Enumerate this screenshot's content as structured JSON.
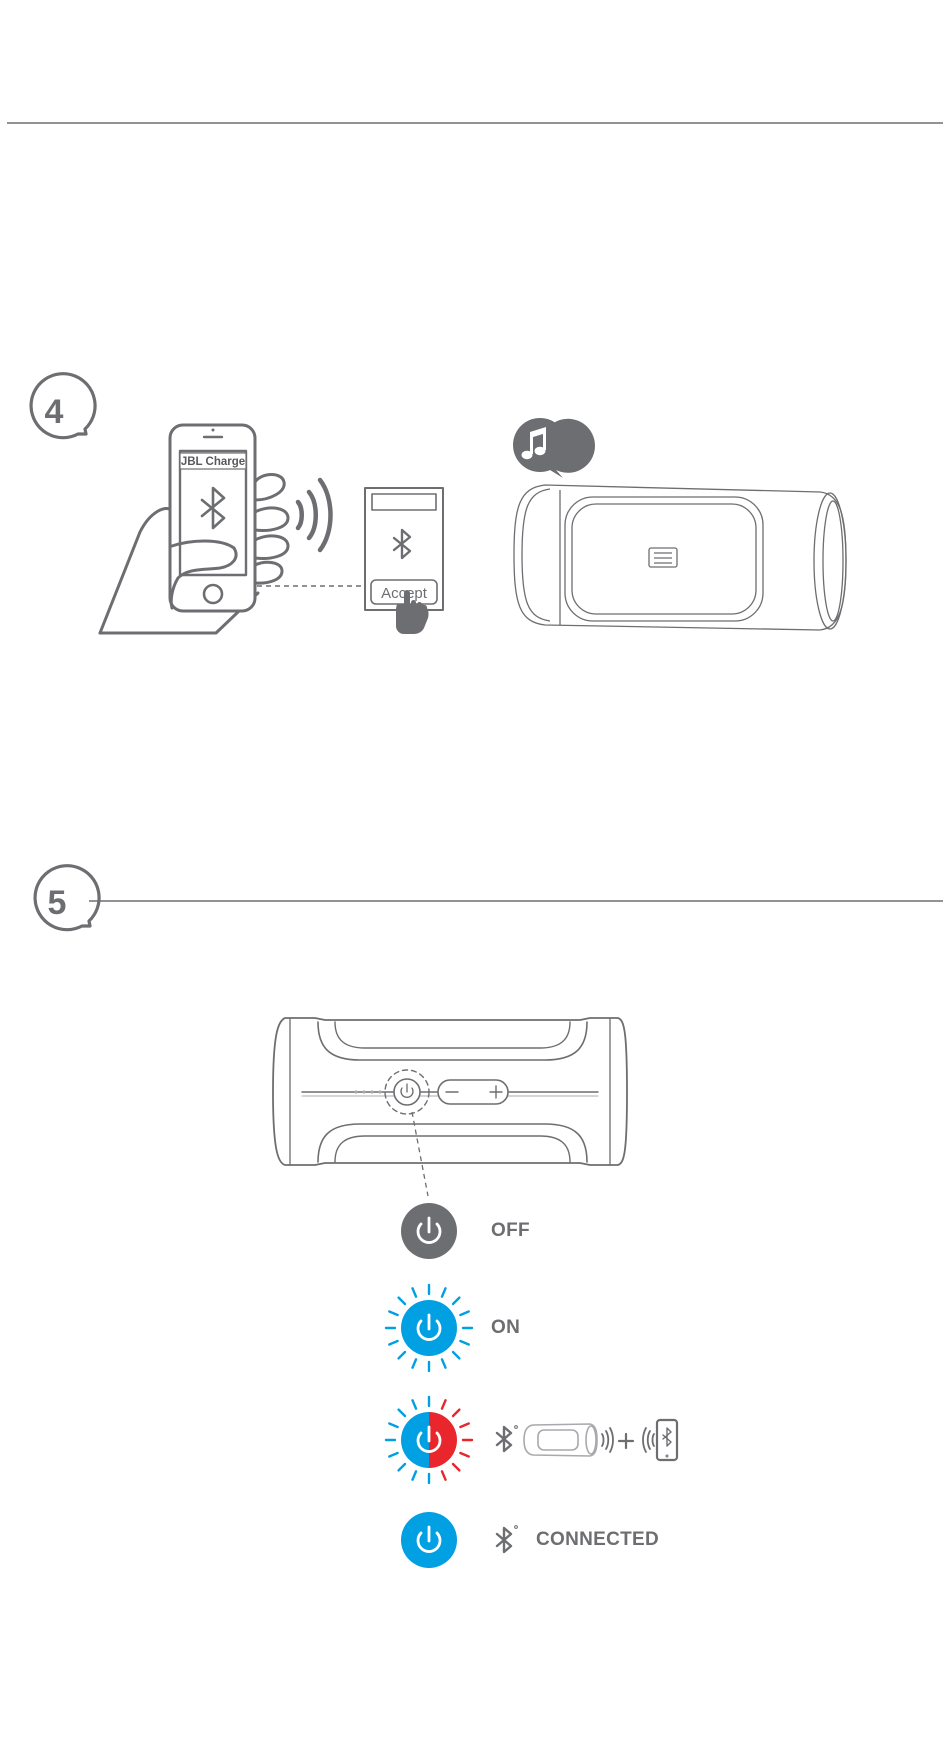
{
  "step4": {
    "number": "4",
    "phone_screen_label": "JBL Charge",
    "dialog_button_label": "Accept"
  },
  "step5": {
    "number": "5",
    "states": [
      {
        "label": "OFF"
      },
      {
        "label": "ON"
      },
      {
        "label": ""
      },
      {
        "label": "CONNECTED"
      }
    ]
  },
  "colors": {
    "line_gray": "#6d6e71",
    "light_gray": "#a7a9ac",
    "blue": "#00a0e3",
    "red": "#e8262b"
  },
  "icons": {
    "bluetooth": "bluetooth-icon",
    "power": "power-icon",
    "music": "music-note-icon",
    "signal_waves": "wireless-signal-icon",
    "pointer_hand": "pointing-hand-icon"
  }
}
